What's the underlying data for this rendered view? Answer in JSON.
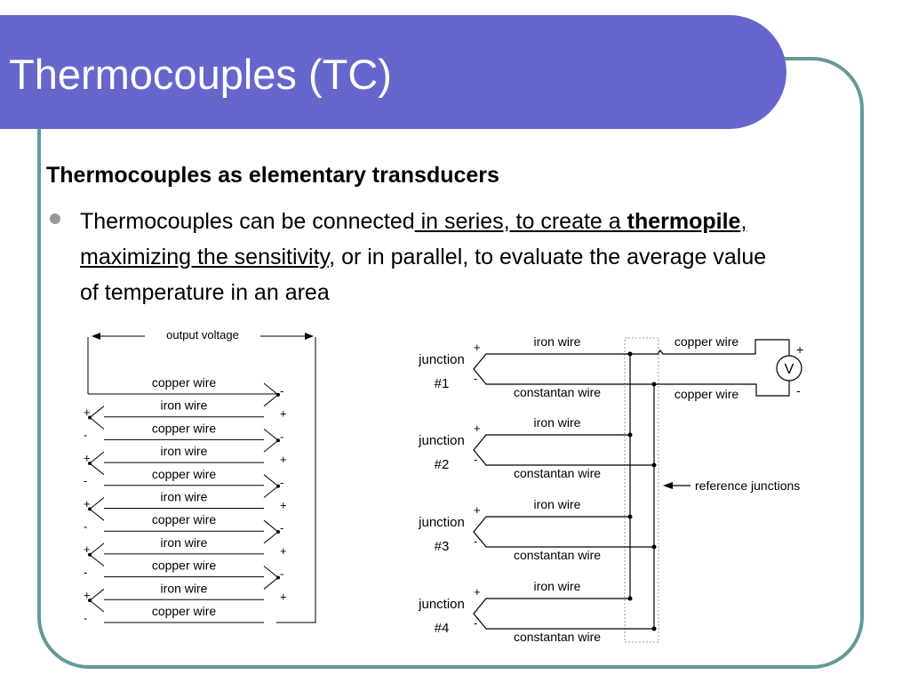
{
  "title": "Thermocouples (TC)",
  "subheading": "Thermocouples as elementary transducers",
  "bullet": {
    "part1": "Thermocouples can be connected",
    "part2": " in series, to create a ",
    "part3": "thermopile",
    "part4": ", maximizing the sensitivity,",
    "part5": " or in parallel, to evaluate the average value of temperature in an area"
  },
  "series_diagram": {
    "output_label": "output voltage",
    "wires": [
      "copper wire",
      "iron wire",
      "copper wire",
      "iron wire",
      "copper wire",
      "iron wire",
      "copper wire",
      "iron wire",
      "copper wire",
      "iron wire",
      "copper wire"
    ],
    "left_signs": [
      "+",
      "-",
      "+",
      "-",
      "+",
      "-",
      "+",
      "-",
      "+",
      "-"
    ],
    "right_signs": [
      "-",
      "+",
      "-",
      "+",
      "-",
      "+",
      "-",
      "+",
      "-",
      "+"
    ]
  },
  "parallel_diagram": {
    "junctions": [
      {
        "label": "junction",
        "num": "#1"
      },
      {
        "label": "junction",
        "num": "#2"
      },
      {
        "label": "junction",
        "num": "#3"
      },
      {
        "label": "junction",
        "num": "#4"
      }
    ],
    "iron": "iron wire",
    "constantan": "constantan wire",
    "plus": "+",
    "minus": "-",
    "copper_top": "copper wire",
    "copper_bottom": "copper wire",
    "meter": "V",
    "meter_plus": "+",
    "meter_minus": "-",
    "reference": "reference junctions"
  },
  "colors": {
    "title_bar": "#6666cc",
    "frame": "#669999",
    "bullet": "#9a9a9a"
  }
}
